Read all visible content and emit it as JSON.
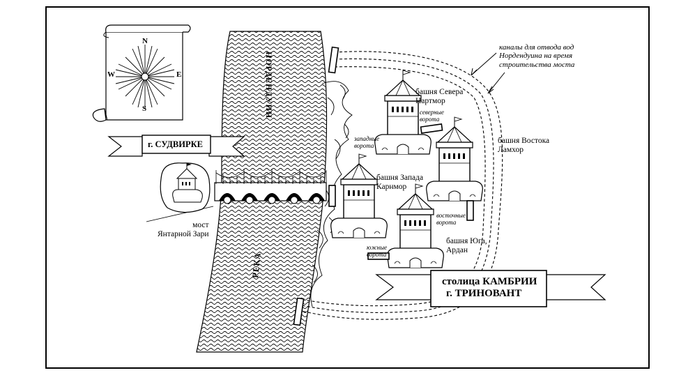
{
  "compass": {
    "n": "N",
    "s": "S",
    "w": "W",
    "e": "E"
  },
  "city_sudvirke": "г. СУДВИРКЕ",
  "bridge_label": [
    "мост",
    "Янтарной Зари"
  ],
  "river_name": "РЕКА",
  "river_name2": "НОРДЕНДУИН",
  "canals_note": [
    "каналы для отвода вод",
    "Нордендуина на время",
    "строительства моста"
  ],
  "tower_north": [
    "башня Севера",
    "Нартмор"
  ],
  "tower_east": [
    "башня Востока",
    "Ламхор"
  ],
  "tower_west": [
    "башня Запада",
    "Карнмор"
  ],
  "tower_south": [
    "башня Юга,",
    "Ардан"
  ],
  "gate_north": [
    "северные",
    "ворота"
  ],
  "gate_west": [
    "западные",
    "ворота"
  ],
  "gate_east": [
    "восточные",
    "ворота"
  ],
  "gate_south": [
    "южные",
    "ворота"
  ],
  "capital_banner": [
    "столица КАМБРИИ",
    "г. ТРИНОВАНТ"
  ]
}
